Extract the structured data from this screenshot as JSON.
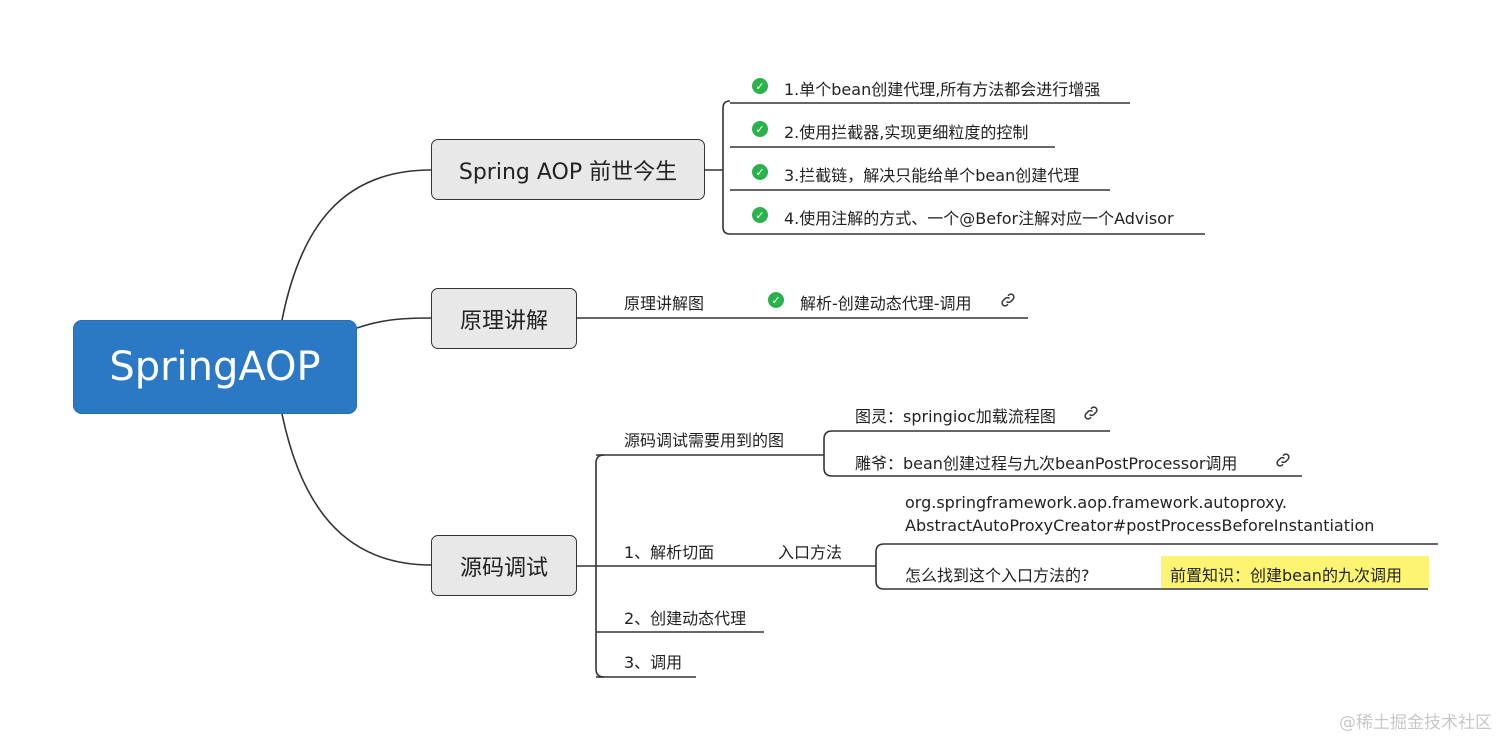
{
  "root": {
    "label": "SpringAOP"
  },
  "topics": {
    "history": "Spring AOP 前世今生",
    "principle": "原理讲解",
    "debug": "源码调试"
  },
  "history_items": [
    "1.单个bean创建代理,所有方法都会进行增强",
    "2.使用拦截器,实现更细粒度的控制",
    "3.拦截链，解决只能给单个bean创建代理",
    "4.使用注解的方式、一个@Befor注解对应一个Advisor"
  ],
  "principle": {
    "branch": "原理讲解图",
    "item": "解析-创建动态代理-调用"
  },
  "debug": {
    "figures_label": "源码调试需要用到的图",
    "figures": [
      "图灵：springioc加载流程图",
      "雕爷：bean创建过程与九次beanPostProcessor调用"
    ],
    "step1": "1、解析切面",
    "entry_label": "入口方法",
    "entry_method_line1": "org.springframework.aop.framework.autoproxy.",
    "entry_method_line2": "AbstractAutoProxyCreator#postProcessBeforeInstantiation",
    "how_find": "怎么找到这个入口方法的?",
    "prereq": "前置知识：创建bean的九次调用",
    "step2": "2、创建动态代理",
    "step3": "3、调用"
  },
  "watermark": "@稀土掘金技术社区",
  "colors": {
    "root": "#2b78c4",
    "check": "#2bb24c",
    "highlight": "#fdf571"
  }
}
